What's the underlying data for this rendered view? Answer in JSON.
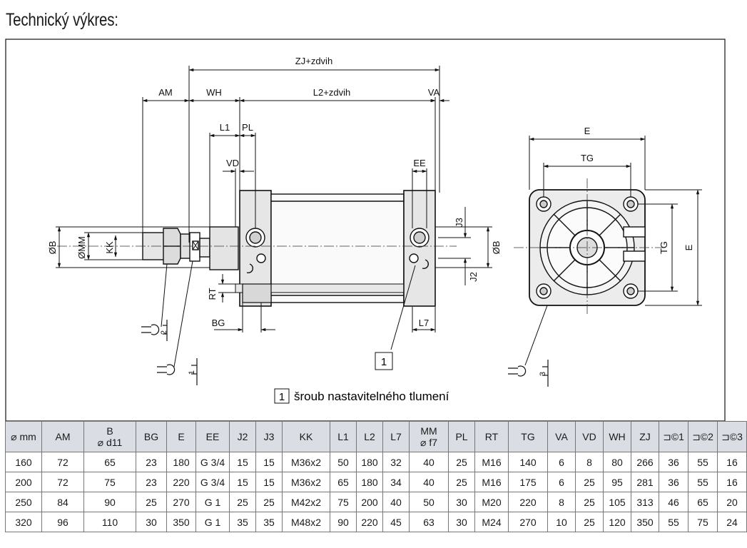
{
  "title": "Technický výkres:",
  "dimensions": {
    "zj_stroke": "ZJ+zdvih",
    "am": "AM",
    "wh": "WH",
    "l2_stroke": "L2+zdvih",
    "va": "VA",
    "l1": "L1",
    "pl": "PL",
    "vd": "VD",
    "ee": "EE",
    "j3": "J3",
    "j2": "J2",
    "ob": "ØB",
    "omm": "ØMM",
    "kk": "KK",
    "ob_right": "ØB",
    "rt": "RT",
    "bg": "BG",
    "l7": "L7",
    "e_top": "E",
    "tg_top": "TG",
    "tg_side": "TG",
    "e_side": "E",
    "wrench1": "1",
    "wrench2": "2",
    "wrench3": "3",
    "callout": "1"
  },
  "legend": {
    "number": "1",
    "text": "šroub nastavitelného tlumení"
  },
  "table": {
    "headers": [
      [
        "⌀ mm"
      ],
      [
        "AM"
      ],
      [
        "B",
        "⌀ d11"
      ],
      [
        "BG"
      ],
      [
        "E"
      ],
      [
        "EE"
      ],
      [
        "J2"
      ],
      [
        "J3"
      ],
      [
        "KK"
      ],
      [
        "L1"
      ],
      [
        "L2"
      ],
      [
        "L7"
      ],
      [
        "MM",
        "⌀ f7"
      ],
      [
        "PL"
      ],
      [
        "RT"
      ],
      [
        "TG"
      ],
      [
        "VA"
      ],
      [
        "VD"
      ],
      [
        "WH"
      ],
      [
        "ZJ"
      ],
      [
        "⊐©1"
      ],
      [
        "⊐©2"
      ],
      [
        "⊐©3"
      ]
    ],
    "rows": [
      [
        "160",
        "72",
        "65",
        "23",
        "180",
        "G 3/4",
        "15",
        "15",
        "M36x2",
        "50",
        "180",
        "32",
        "40",
        "25",
        "M16",
        "140",
        "6",
        "8",
        "80",
        "266",
        "36",
        "55",
        "16"
      ],
      [
        "200",
        "72",
        "75",
        "23",
        "220",
        "G 3/4",
        "15",
        "15",
        "M36x2",
        "65",
        "180",
        "34",
        "40",
        "25",
        "M16",
        "175",
        "6",
        "25",
        "95",
        "281",
        "36",
        "55",
        "16"
      ],
      [
        "250",
        "84",
        "90",
        "25",
        "270",
        "G 1",
        "25",
        "25",
        "M42x2",
        "75",
        "200",
        "40",
        "50",
        "30",
        "M20",
        "220",
        "8",
        "25",
        "105",
        "313",
        "46",
        "65",
        "20"
      ],
      [
        "320",
        "96",
        "110",
        "30",
        "350",
        "G 1",
        "35",
        "35",
        "M48x2",
        "90",
        "220",
        "45",
        "63",
        "30",
        "M24",
        "270",
        "10",
        "25",
        "120",
        "350",
        "55",
        "75",
        "24"
      ]
    ]
  }
}
